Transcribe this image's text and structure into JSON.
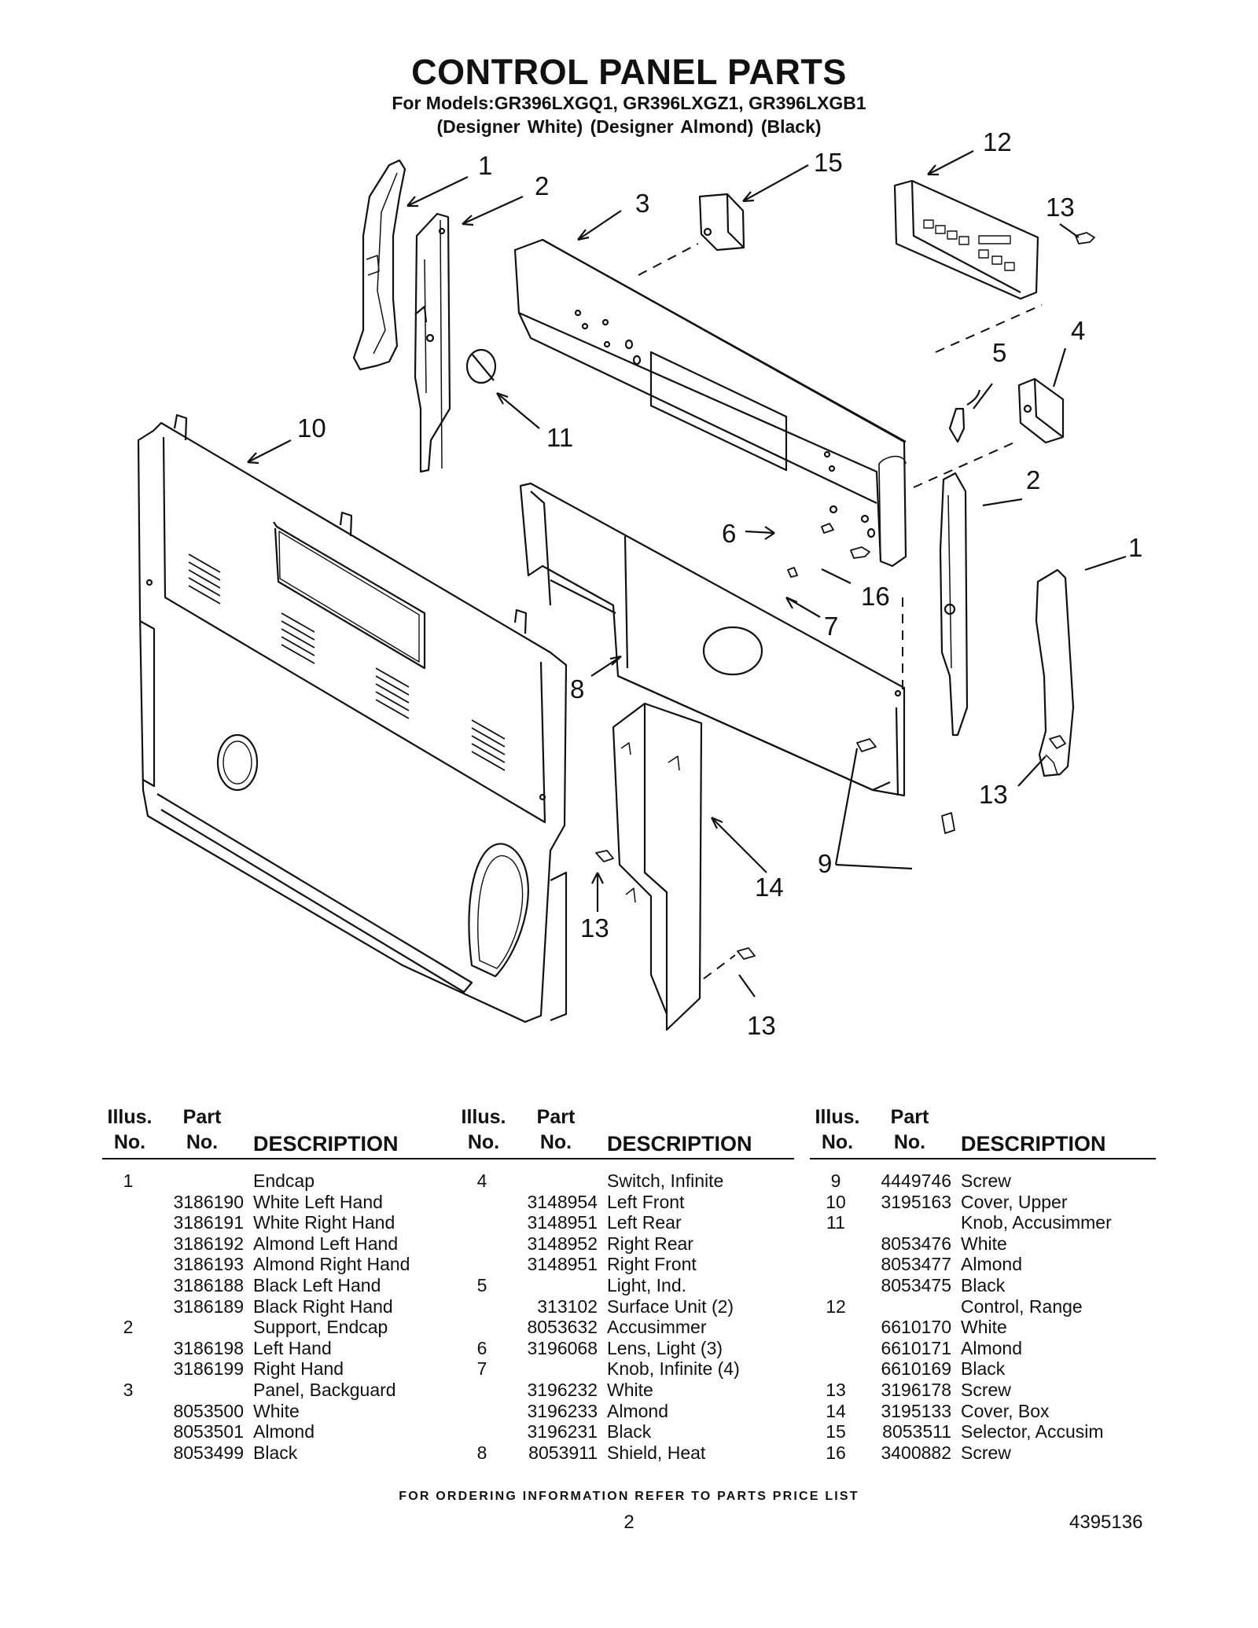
{
  "header": {
    "title": "CONTROL PANEL PARTS",
    "models_line": "For Models:GR396LXGQ1, GR396LXGZ1, GR396LXGB1",
    "colors_line": "(Designer White) (Designer Almond)   (Black)"
  },
  "diagram": {
    "callouts": {
      "c1a": "1",
      "c1b": "1",
      "c2a": "2",
      "c2b": "2",
      "c3": "3",
      "c4": "4",
      "c5": "5",
      "c6": "6",
      "c7": "7",
      "c8": "8",
      "c9": "9",
      "c10": "10",
      "c11": "11",
      "c12": "12",
      "c13a": "13",
      "c13b": "13",
      "c13c": "13",
      "c13d": "13",
      "c14": "14",
      "c15": "15",
      "c16": "16"
    }
  },
  "table_headers": {
    "illus": "Illus.",
    "no": "No.",
    "part": "Part",
    "part_no": "No.",
    "description": "DESCRIPTION"
  },
  "parts_table": {
    "col1": [
      {
        "illus": "1",
        "part": "",
        "desc": "Endcap"
      },
      {
        "illus": "",
        "part": "3186190",
        "desc": "White Left Hand"
      },
      {
        "illus": "",
        "part": "3186191",
        "desc": "White Right Hand"
      },
      {
        "illus": "",
        "part": "3186192",
        "desc": "Almond Left Hand"
      },
      {
        "illus": "",
        "part": "3186193",
        "desc": "Almond Right Hand"
      },
      {
        "illus": "",
        "part": "3186188",
        "desc": "Black Left Hand"
      },
      {
        "illus": "",
        "part": "3186189",
        "desc": "Black Right Hand"
      },
      {
        "illus": "2",
        "part": "",
        "desc": "Support, Endcap"
      },
      {
        "illus": "",
        "part": "3186198",
        "desc": "Left Hand"
      },
      {
        "illus": "",
        "part": "3186199",
        "desc": "Right Hand"
      },
      {
        "illus": "3",
        "part": "",
        "desc": "Panel, Backguard"
      },
      {
        "illus": "",
        "part": "8053500",
        "desc": "White"
      },
      {
        "illus": "",
        "part": "8053501",
        "desc": "Almond"
      },
      {
        "illus": "",
        "part": "8053499",
        "desc": "Black"
      }
    ],
    "col2": [
      {
        "illus": "4",
        "part": "",
        "desc": "Switch, Infinite"
      },
      {
        "illus": "",
        "part": "3148954",
        "desc": "Left Front"
      },
      {
        "illus": "",
        "part": "3148951",
        "desc": "Left Rear"
      },
      {
        "illus": "",
        "part": "3148952",
        "desc": "Right Rear"
      },
      {
        "illus": "",
        "part": "3148951",
        "desc": "Right Front"
      },
      {
        "illus": "5",
        "part": "",
        "desc": "Light, Ind."
      },
      {
        "illus": "",
        "part": "313102",
        "desc": "Surface Unit (2)"
      },
      {
        "illus": "",
        "part": "8053632",
        "desc": "Accusimmer"
      },
      {
        "illus": "6",
        "part": "3196068",
        "desc": "Lens, Light (3)"
      },
      {
        "illus": "7",
        "part": "",
        "desc": "Knob, Infinite (4)"
      },
      {
        "illus": "",
        "part": "3196232",
        "desc": "White"
      },
      {
        "illus": "",
        "part": "3196233",
        "desc": "Almond"
      },
      {
        "illus": "",
        "part": "3196231",
        "desc": "Black"
      },
      {
        "illus": "8",
        "part": "8053911",
        "desc": "Shield, Heat"
      }
    ],
    "col3": [
      {
        "illus": "9",
        "part": "4449746",
        "desc": "Screw"
      },
      {
        "illus": "10",
        "part": "3195163",
        "desc": "Cover, Upper"
      },
      {
        "illus": "11",
        "part": "",
        "desc": "Knob, Accusimmer"
      },
      {
        "illus": "",
        "part": "8053476",
        "desc": "White"
      },
      {
        "illus": "",
        "part": "8053477",
        "desc": "Almond"
      },
      {
        "illus": "",
        "part": "8053475",
        "desc": "Black"
      },
      {
        "illus": "12",
        "part": "",
        "desc": "Control, Range"
      },
      {
        "illus": "",
        "part": "6610170",
        "desc": "White"
      },
      {
        "illus": "",
        "part": "6610171",
        "desc": "Almond"
      },
      {
        "illus": "",
        "part": "6610169",
        "desc": "Black"
      },
      {
        "illus": "13",
        "part": "3196178",
        "desc": "Screw"
      },
      {
        "illus": "14",
        "part": "3195133",
        "desc": "Cover, Box"
      },
      {
        "illus": "15",
        "part": "8053511",
        "desc": "Selector, Accusim"
      },
      {
        "illus": "16",
        "part": "3400882",
        "desc": "Screw"
      }
    ]
  },
  "footer": {
    "note": "FOR ORDERING INFORMATION REFER TO PARTS PRICE LIST",
    "page_number": "2",
    "document_number": "4395136"
  }
}
